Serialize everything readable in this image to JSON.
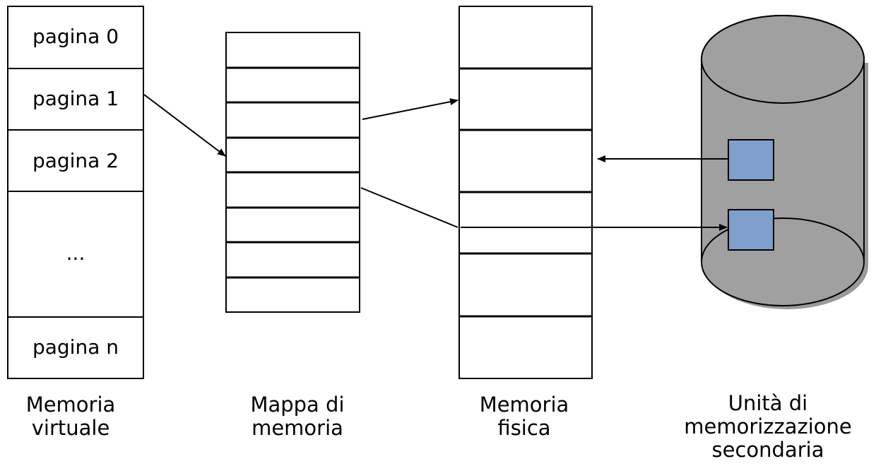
{
  "virtual_memory": {
    "pages": [
      "pagina 0",
      "pagina 1",
      "pagina 2",
      "...",
      "pagina n"
    ],
    "caption": [
      "Memoria",
      "virtuale"
    ]
  },
  "memory_map": {
    "caption": [
      "Mappa di",
      "memoria"
    ]
  },
  "physical_memory": {
    "caption": [
      "Memoria",
      "fisica"
    ]
  },
  "secondary_storage": {
    "caption": [
      "Unità di",
      "memorizzazione",
      "secondaria"
    ],
    "cylinder_color": "#a0a0a0",
    "block_color": "#7f9fcc"
  }
}
